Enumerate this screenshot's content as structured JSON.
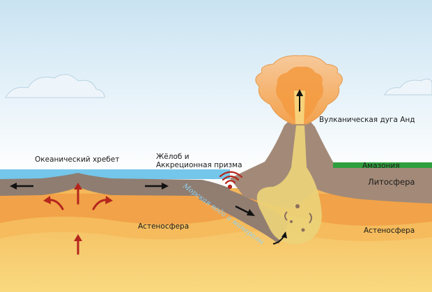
{
  "labels": {
    "oceanic_ridge": "Океанический хребет",
    "trench_line1": "Жёлоб и",
    "trench_line2": "Аккреционная призма",
    "volcanic_arc": "Вулканическая дуга Анд",
    "amazonia": "Амазония",
    "lithosphere": "Литосфера",
    "asthenosphere_left": "Астеносфера",
    "asthenosphere_right": "Астеносфера",
    "seawater_minerals": "Морская вода и минералы"
  },
  "colors": {
    "sky_top": "#cfe6f3",
    "sky_bottom": "#ffffff",
    "ocean": "#6ec4e8",
    "lithosphere": "#8e7c70",
    "continent": "#a28a78",
    "asthenosphere_upper": "#f2a64a",
    "asthenosphere_mid": "#f6c566",
    "mantle_deep": "#f8d479",
    "magma": "#ecd27a",
    "plume": "#f3a95a",
    "arrow_red": "#b3261e",
    "arrow_black": "#111111",
    "amazonia_green": "#2e9e3e"
  },
  "icons": [
    "subduction-signal-icon",
    "convection-arrow-icon",
    "plate-motion-arrow-icon",
    "eruption-arrow-icon"
  ]
}
